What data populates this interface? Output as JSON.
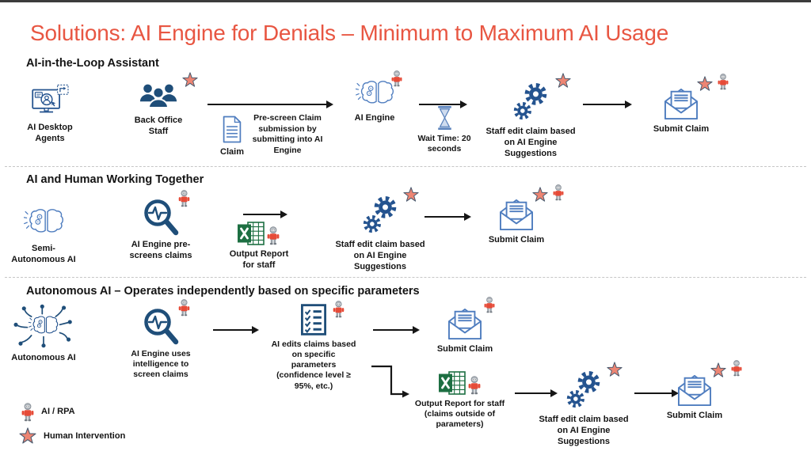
{
  "title": "Solutions: AI Engine for Denials – Minimum to Maximum AI Usage",
  "sections": {
    "s1": {
      "heading": "AI-in-the-Loop Assistant",
      "desktop_label": "AI Desktop Agents",
      "back_office_label": "Back Office Staff",
      "claim_label": "Claim",
      "prescreen_text": "Pre-screen Claim submission by submitting into AI Engine",
      "engine_label": "AI Engine",
      "wait_label": "Wait Time: 20 seconds",
      "staff_edit_label": "Staff edit claim based on AI Engine Suggestions",
      "submit_label": "Submit Claim"
    },
    "s2": {
      "heading": "AI and Human Working Together",
      "semi_label": "Semi-Autonomous AI",
      "prescreen_label": "AI Engine pre-screens claims",
      "report_label": "Output Report for staff",
      "staff_edit_label": "Staff edit claim based on AI Engine Suggestions",
      "submit_label": "Submit Claim"
    },
    "s3": {
      "heading": "Autonomous AI – Operates independently based on specific parameters",
      "autonomous_label": "Autonomous AI",
      "screen_label": "AI Engine uses intelligence to screen claims",
      "edits_label": "AI edits claims based on specific parameters (confidence level ≥ 95%, etc.)",
      "submit_top_label": "Submit Claim",
      "report_label": "Output Report for staff (claims outside of parameters)",
      "staff_edit_label": "Staff edit claim based on AI Engine Suggestions",
      "submit_bottom_label": "Submit Claim"
    }
  },
  "legend": {
    "robot_label": "AI / RPA",
    "star_label": "Human Intervention"
  },
  "icons": {
    "desktop-agents-icon": "monitor with avatar, chat bubble and cursor",
    "back-office-staff-icon": "group of three people",
    "claim-document-icon": "paper document with text lines",
    "ai-engine-brain-icon": "brain with gears radiating light",
    "hourglass-icon": "hourglass timer",
    "gears-icon": "two cogwheels",
    "submit-claim-envelope-icon": "open envelope with letter",
    "magnifier-screening-icon": "magnifying glass with pulse wave",
    "excel-report-icon": "green spreadsheet with X",
    "checklist-icon": "checklist page with checkmarks",
    "autonomous-ai-network-icon": "brain with network nodes",
    "ai-rpa-robot-icon": "small robot figure marking AI / RPA steps",
    "human-intervention-star-icon": "coral star marking human intervention"
  },
  "colors": {
    "title": "#E85642",
    "navy": "#1F4E79",
    "steel_blue": "#4F7DBF",
    "gear_blue": "#24538F",
    "star_fill": "#ED8573",
    "star_stroke": "#4A5A6E",
    "excel_green": "#1D6F42",
    "robot_red": "#E64B38",
    "arrow": "#161616"
  }
}
